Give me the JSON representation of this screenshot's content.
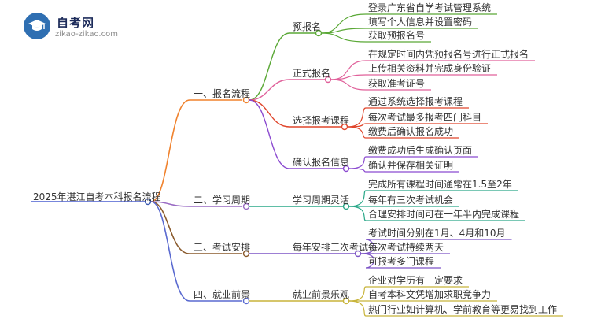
{
  "logo": {
    "name": "自考网",
    "url": "zikao-zikao.com"
  },
  "root": "2025年湛江自考本科报名流程",
  "branches": [
    {
      "label": "一、报名流程",
      "color": "#f0822d",
      "children": [
        {
          "label": "预报名",
          "color": "#5aa836",
          "items": [
            "登录广东省自学考试管理系统",
            "填写个人信息并设置密码",
            "获取预报名号"
          ]
        },
        {
          "label": "正式报名",
          "color": "#e0609a",
          "items": [
            "在规定时间内凭预报名号进行正式报名",
            "上传相关资料并完成身份验证",
            "获取准考证号"
          ]
        },
        {
          "label": "选择报考课程",
          "color": "#e0462c",
          "items": [
            "通过系统选择报考课程",
            "每次考试最多报考四门科目",
            "缴费后确认报名成功"
          ]
        },
        {
          "label": "确认报名信息",
          "color": "#8b4ad0",
          "items": [
            "缴费成功后生成确认页面",
            "确认并保存相关证明"
          ]
        }
      ]
    },
    {
      "label": "二、学习周期",
      "color": "#9a6cc4",
      "children": [
        {
          "label": "学习周期灵活",
          "color": "#2aa889",
          "items": [
            "完成所有课程时间通常在1.5至2年",
            "每年有三次考试机会",
            "合理安排时间可在一年半内完成课程"
          ]
        }
      ]
    },
    {
      "label": "三、考试安排",
      "color": "#8a5a2c",
      "children": [
        {
          "label": "每年安排三次考试",
          "color": "#7d55c6",
          "items": [
            "考试时间分别在1月、4月和10月",
            "每次考试持续两天",
            "可报考多门课程"
          ]
        }
      ]
    },
    {
      "label": "四、就业前景",
      "color": "#5a6ad0",
      "children": [
        {
          "label": "就业前景乐观",
          "color": "#c8b43a",
          "items": [
            "企业对学历有一定要求",
            "自考本科文凭增加求职竞争力",
            "热门行业如计算机、学前教育等更易找到工作"
          ]
        }
      ]
    }
  ]
}
